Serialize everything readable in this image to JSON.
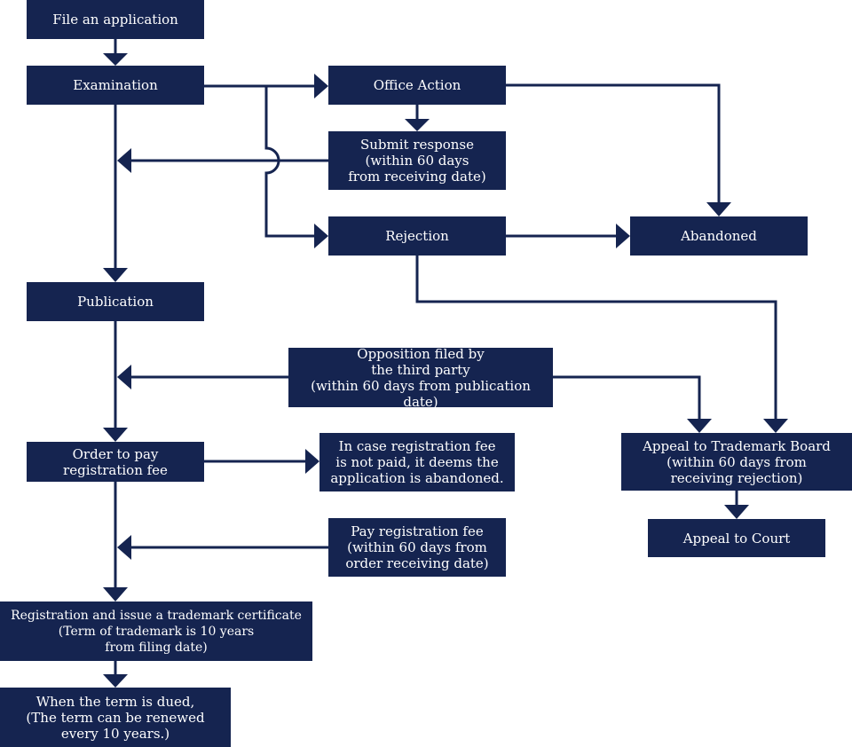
{
  "diagram": {
    "colors": {
      "box_fill": "#152450",
      "box_text": "#ffffff",
      "line": "#152450",
      "background": "#ffffff"
    },
    "nodes": {
      "file_application": "File an application",
      "examination": "Examination",
      "office_action": "Office Action",
      "submit_response": "Submit response\n(within 60 days\nfrom receiving date)",
      "rejection": "Rejection",
      "abandoned": "Abandoned",
      "publication": "Publication",
      "opposition": "Opposition filed by\nthe third party\n(within 60 days from publication date)",
      "order_to_pay": "Order to pay\nregistration fee",
      "fee_not_paid": "In case registration fee\nis not paid, it deems the\napplication is abandoned.",
      "appeal_board": "Appeal to Trademark Board\n(within 60 days from\nreceiving rejection)",
      "pay_fee": "Pay registration fee\n(within 60 days from\norder receiving date)",
      "appeal_court": "Appeal to Court",
      "registration": "Registration and issue a trademark certificate\n(Term of trademark is 10 years\nfrom filing date)",
      "term_dued": "When the term is dued,\n(The term can be renewed\nevery 10 years.)"
    }
  }
}
